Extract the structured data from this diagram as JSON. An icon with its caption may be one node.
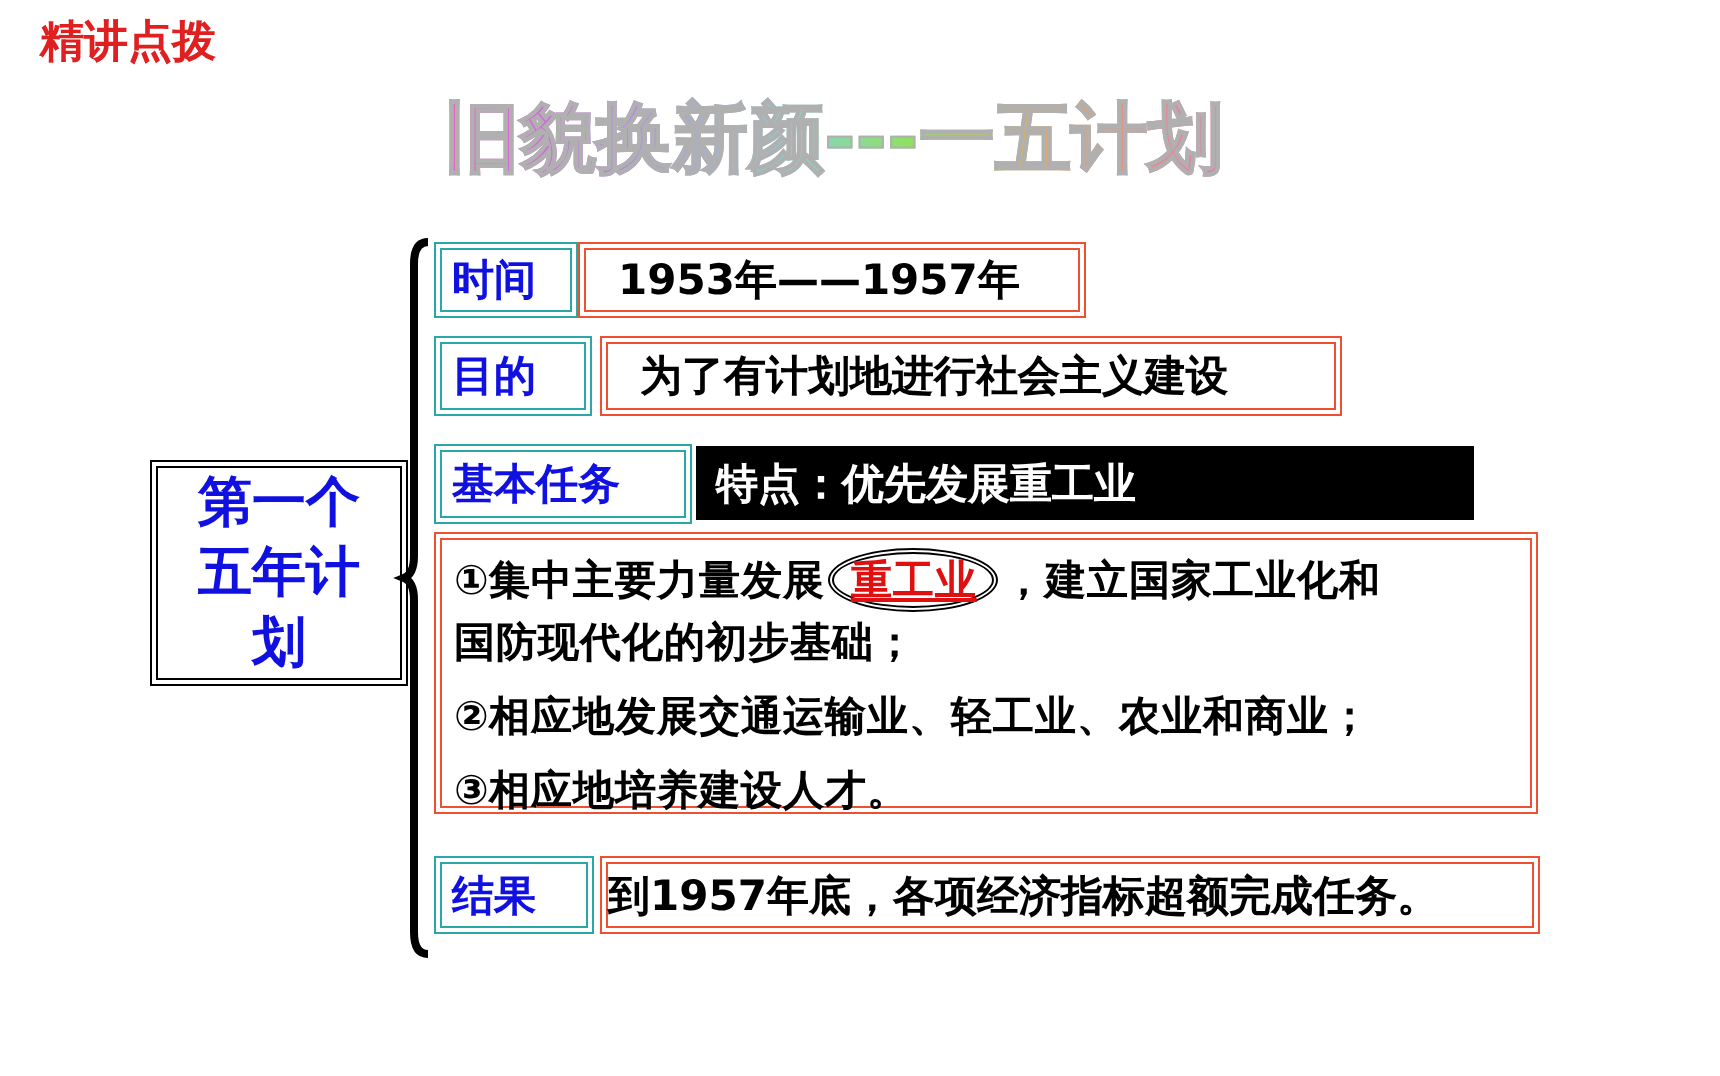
{
  "diagram": {
    "title": "旧貌换新颜---一五计划",
    "nodes": [
      {
        "text": [
          "第一个五年计划"
        ]
      },
      {
        "text": [
          "时间"
        ]
      },
      {
        "text": [
          "1953年——1957年"
        ]
      },
      {
        "text": [
          "目的"
        ]
      },
      {
        "text": [
          "为了有计划地进行社会主义建设"
        ]
      },
      {
        "text": [
          "基本任务"
        ]
      },
      {
        "text": [
          "特点：优先发展重工业"
        ]
      },
      {
        "text": [
          "①集中主要力量发展",
          "，建立国家工业化和",
          "国防现代化的初步基础；",
          "②相应地发展交通运输业、轻工业、农业和商业；",
          "③相应地培养建设人才。"
        ]
      },
      {
        "text": [
          "重工业"
        ],
        "in": 7
      },
      {
        "text": [
          "结果"
        ]
      },
      {
        "text": [
          "到1957年底，各项经济指标超额完成任务。"
        ]
      }
    ],
    "labels": [
      "精讲点拨"
    ]
  }
}
